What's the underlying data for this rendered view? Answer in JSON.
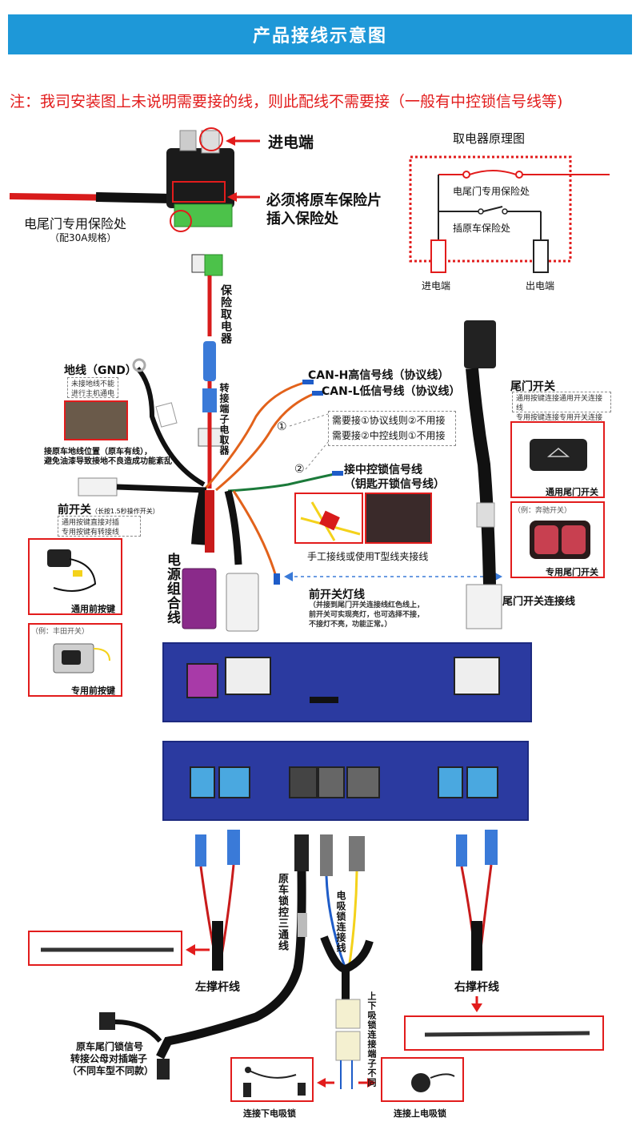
{
  "header": {
    "title": "产品接线示意图"
  },
  "note": "注：我司安装图上未说明需要接的线，则此配线不需要接（一般有中控锁信号线等)",
  "fuse": {
    "input_label": "进电端",
    "insert_label_1": "必须将原车保险片",
    "insert_label_2": "插入保险处",
    "tailgate_fuse_label": "电尾门专用保险处",
    "tailgate_fuse_spec": "（配30A规格）"
  },
  "principle": {
    "title": "取电器原理图",
    "tailgate_fuse": "电尾门专用保险处",
    "original_fuse": "插原车保险处",
    "in_terminal": "进电端",
    "out_terminal": "出电端"
  },
  "harness": {
    "fuse_tap_label": "保险取电器",
    "adapter_label": "转接端子电取器",
    "can_h": "CAN-H高信号线（协议线）",
    "can_l": "CAN-L低信号线（协议线）",
    "choice_1": "需要接①协议线则②不用接",
    "choice_2": "需要接②中控线则①不用接",
    "marker_1": "①",
    "marker_2": "②",
    "lock_signal_1": "接中控锁信号线",
    "lock_signal_2": "（钥匙开锁信号线）",
    "t_connector_caption": "手工接线或使用T型线夹接线",
    "ground_label": "地线（GND）",
    "ground_note_1": "未接地线不能",
    "ground_note_2": "进行主机通电",
    "ground_pos_1": "接原车地线位置（原车有线），",
    "ground_pos_2": "避免油漆导致接地不良造成功能紊乱",
    "front_switch": "前开关",
    "front_switch_note": "（长按1.5秒操作开关）",
    "front_switch_desc_1": "通用按键直接对插",
    "front_switch_desc_2": "专用按键有转接线",
    "generic_front_key": "通用前按键",
    "example_toyota": "（例：丰田开关）",
    "dedicated_front_key": "专用前按键",
    "power_harness": "电源组合线",
    "front_light_title": "前开关灯线",
    "front_light_note_1": "（并接到尾门开关连接线红色线上，",
    "front_light_note_2": "前开关可实现亮灯，也可选择不接，",
    "front_light_note_3": "不接灯不亮，功能正常。）",
    "tail_switch": "尾门开关",
    "tail_switch_note_1": "通用按键连接通用开关连接线",
    "tail_switch_note_2": "专用按键连接专用开关连接线",
    "generic_tail_switch": "通用尾门开关",
    "example_benz": "（例：奔驰开关）",
    "dedicated_tail_switch": "专用尾门开关",
    "tail_switch_cable": "尾门开关连接线"
  },
  "lower": {
    "orig_lock_3way": "原车锁控三通线",
    "e_lock_cable": "电吸锁连接线",
    "left_strut": "左撑杆线",
    "right_strut": "右撑杆线",
    "lock_terminal_note": "上下吸锁连接端子不同",
    "orig_lock_signal_1": "原车尾门锁信号",
    "orig_lock_signal_2": "转接公母对插端子",
    "orig_lock_signal_3": "（不同车型不同款）",
    "lower_lock": "连接下电吸锁",
    "upper_lock": "连接上电吸锁"
  },
  "colors": {
    "title_bar": "#1e98d8",
    "note_red": "#e21c1c",
    "device_blue": "#2b3aa0"
  }
}
